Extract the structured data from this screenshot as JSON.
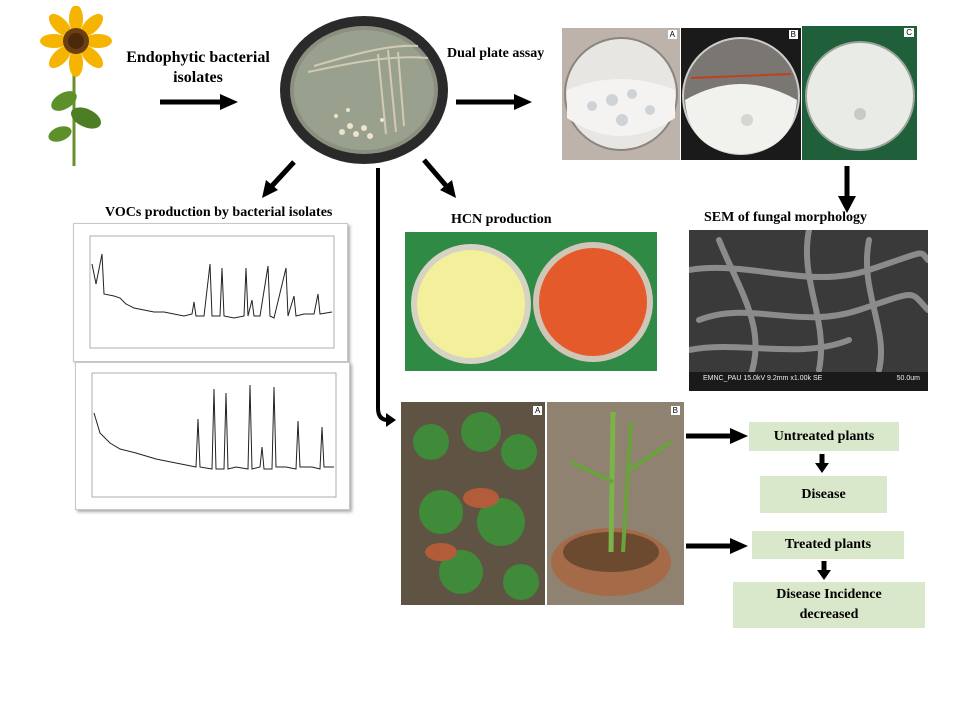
{
  "labels": {
    "isolates": "Endophytic bacterial isolates",
    "dual_plate": "Dual plate assay",
    "vocs": "VOCs production  by bacterial isolates",
    "hcn": "HCN production",
    "sem": "SEM of fungal morphology"
  },
  "panel_letters": {
    "a": "A",
    "b": "B",
    "c": "C"
  },
  "sem_caption": "EMNC_PAU 15.0kV 9.2mm x1.00k SE",
  "sem_scale": "50.0um",
  "outcomes": {
    "untreated": "Untreated plants",
    "disease": "Disease",
    "treated": "Treated plants",
    "decreased": "Disease Incidence decreased"
  },
  "colors": {
    "box_fill": "#d9e7cb",
    "arrow": "#000000",
    "hcn_yellow": "#f3ef9a",
    "hcn_orange": "#e55a2a",
    "hcn_bg": "#2f8a45"
  }
}
